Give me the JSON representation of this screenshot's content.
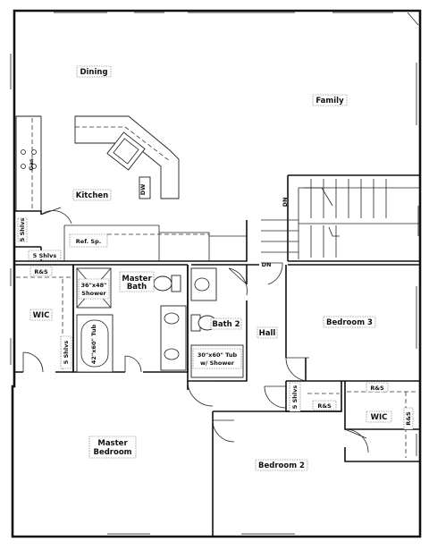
{
  "rooms": {
    "dining": "Dining",
    "family": "Family",
    "kitchen": "Kitchen",
    "ref_sp": "Ref. Sp.",
    "shlvs_a": "5 Shlvs",
    "shlvs_b": "5 Shlvs",
    "shlvs_c": "5 Shlvs",
    "shlvs_d": "5 Shlvs",
    "rs_a": "R&S",
    "rs_b": "R&S",
    "rs_c": "R&S",
    "rs_d": "R&S",
    "wic_a": "WIC",
    "wic_b": "WIC",
    "shower_1": "36\"x48\"",
    "shower_2": "Shower",
    "master_bath_1": "Master",
    "master_bath_2": "Bath",
    "tub_master": "42\"x60\" Tub",
    "bath2": "Bath 2",
    "tub_bath2_1": "30\"x60\" Tub",
    "tub_bath2_2": "w/ Shower",
    "hall": "Hall",
    "bedroom3": "Bedroom 3",
    "master_bedroom_1": "Master",
    "master_bedroom_2": "Bedroom",
    "bedroom2": "Bedroom 2",
    "dn_a": "DN",
    "dn_b": "DN",
    "dw": "DW",
    "gas": "Gas"
  }
}
